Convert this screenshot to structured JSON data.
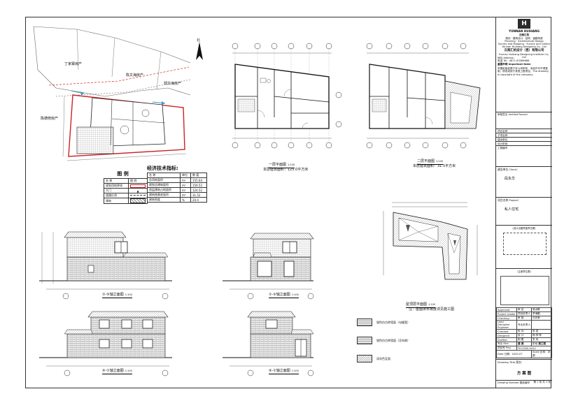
{
  "titleblock": {
    "company_en": "YUNNAN HUIHANG",
    "company_cn": "云南汇杭",
    "qual_lines": [
      "规划 · 建筑设计 · 结构 · 道路桥梁",
      "Planning · Architectural Design",
      "Survey and Mapping · Survey and Collect",
      "Yunnan Huihang Designing Co., Ltd"
    ],
    "firm_name": "云南汇杭设计（昆）有限公司",
    "firm_en": "Yunnan Huihang Designing Institute Co., Ltd",
    "address": "地址 Address：",
    "tel": "电话 Tel：0871-63366688",
    "notice_title": "重要声明 Important Note：",
    "notice": "本图纸版权属于本公司所有，未经许可不得复制、修改或用于其他工程项目。The drawing is copyright of the company.",
    "rows": [
      {
        "cn": "审核意见 Verified Record",
        "v": ""
      },
      {
        "cn": "项目名称",
        "v": ""
      },
      {
        "cn": "子项名称",
        "v": ""
      },
      {
        "cn": "建设单位",
        "v": ""
      },
      {
        "cn": "设计阶段",
        "v": ""
      },
      {
        "cn": "工程编号",
        "v": ""
      }
    ],
    "client_label": "建设单位 Client：",
    "client_value": "段永华",
    "project_label": "项目名称 Project：",
    "project_value": "私人住宅",
    "seal_label": "(设计出图章盖章位置)",
    "reg_label": "(注册章位置)",
    "sign_rows": [
      [
        "Approved",
        "审 定",
        "吴远敬"
      ],
      [
        "Project Leader",
        "项目负责人",
        "李海鹏"
      ],
      [
        "Checking",
        "审 核",
        "刘天荣"
      ],
      [
        "Lead Discipline Engineer",
        "专业负责人",
        ""
      ],
      [
        "Checked",
        "校 对",
        "张 斌"
      ],
      [
        "Designed",
        "设 计",
        "杨·李·陈"
      ],
      [
        "Drafted",
        "制 图",
        "张 伟"
      ]
    ],
    "category_label": "专业 Disc.",
    "category_value": "建 施",
    "phase_label": "阶段",
    "phase_value": "施工图",
    "project_no_label": "项目号 Proj.",
    "project_no": "YH-2020-0412",
    "date_label": "Date 日期：2020-07",
    "scale_label": "Scale 比例：详 图",
    "drawing_title_label": "Drawing Title 图名：",
    "drawing_title": "方 案 图",
    "drawing_number_label": "Drawing Number 图纸编号",
    "sheet_label": "第 1 张  共 1 张"
  },
  "site": {
    "road_labels": [
      "丁家寨房产",
      "陈文海房产",
      "郭文海房产",
      "陈德修房产"
    ],
    "north": "北"
  },
  "legend": {
    "title": "图  例",
    "rows": [
      {
        "name": "名  称",
        "sym": "图 例"
      },
      {
        "name": "规划用地界线",
        "sym": "line"
      },
      {
        "name": "大门",
        "sym": "▲"
      },
      {
        "name": "道路红线",
        "sym": "dash"
      },
      {
        "name": "建筑",
        "sym": "hatch"
      }
    ]
  },
  "econ": {
    "title": "经济技术指标:",
    "headers": [
      "名  称",
      "单位",
      "数 值"
    ],
    "rows": [
      [
        "总用地面积",
        "m²",
        "155.64"
      ],
      [
        "规划总建筑面积",
        "m²",
        "156.52"
      ],
      [
        "首层建筑占地面积",
        "m²",
        "124.52"
      ],
      [
        "建筑物基底面积",
        "m²",
        "31.52"
      ],
      [
        "建筑密度",
        "%",
        "20.4"
      ]
    ]
  },
  "plans": {
    "first_floor": {
      "title": "一层平面图",
      "scale": "1:100",
      "note": "本层建筑面积：125.0平方米"
    },
    "second_floor": {
      "title": "二层平面图",
      "scale": "1:100",
      "note": "本层建筑面积：31.5平方米"
    },
    "roof": {
      "title": "屋顶层平面图",
      "scale": "1:100",
      "note": "注：屋面排水坡度详见施工图"
    }
  },
  "elevations": [
    {
      "title": "①-⑨轴立面图",
      "scale": "1:100"
    },
    {
      "title": "①-⑨轴立面图",
      "scale": "1:100"
    },
    {
      "title": "⑨-①轴立面图",
      "scale": "1:100"
    },
    {
      "title": "⑨-①轴立面图",
      "scale": "1:100"
    }
  ],
  "material_legend": [
    {
      "label": "银色仿古砖墙面（勾缝宽）"
    },
    {
      "label": "银色仿古砖墙面（浮灰刷）"
    },
    {
      "label": "深灰色瓦面"
    }
  ],
  "axis_marks": [
    "1",
    "2",
    "3",
    "4",
    "5",
    "6",
    "7",
    "8",
    "9",
    "A",
    "B",
    "C",
    "D"
  ]
}
